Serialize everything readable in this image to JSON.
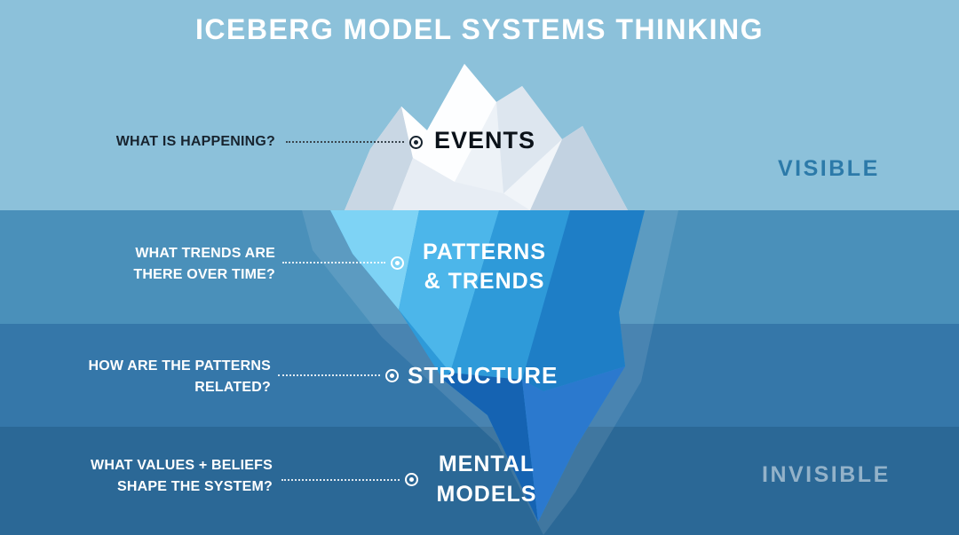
{
  "title": "ICEBERG MODEL SYSTEMS THINKING",
  "levels": [
    {
      "question": "WHAT IS HAPPENING?",
      "label": "EVENTS"
    },
    {
      "question": "WHAT TRENDS ARE\nTHERE OVER TIME?",
      "label": "PATTERNS\n& TRENDS"
    },
    {
      "question": "HOW ARE THE PATTERNS\nRELATED?",
      "label": "STRUCTURE"
    },
    {
      "question": "WHAT VALUES + BELIEFS\nSHAPE THE SYSTEM?",
      "label": "MENTAL\nMODELS"
    }
  ],
  "side_labels": {
    "visible": "VISIBLE",
    "invisible": "INVISIBLE"
  },
  "colors": {
    "sky_band": "#8CC1DA",
    "water_band_1": "#4A90BA",
    "water_band_2": "#3577A9",
    "water_band_3": "#2B6896",
    "title_text": "#FFFFFF",
    "events_text": "#0B1219",
    "question_dark_text": "#18242F",
    "question_light_text": "#FFFFFF",
    "visible_label_text": "#2C7AA9",
    "invisible_label_text": "#93B2C9",
    "iceberg_above_water": "#F1F5F9",
    "iceberg_below_light": "#7ED3F5",
    "iceberg_below_mid": "#2E9AD9",
    "iceberg_below_dark": "#1563B2"
  }
}
